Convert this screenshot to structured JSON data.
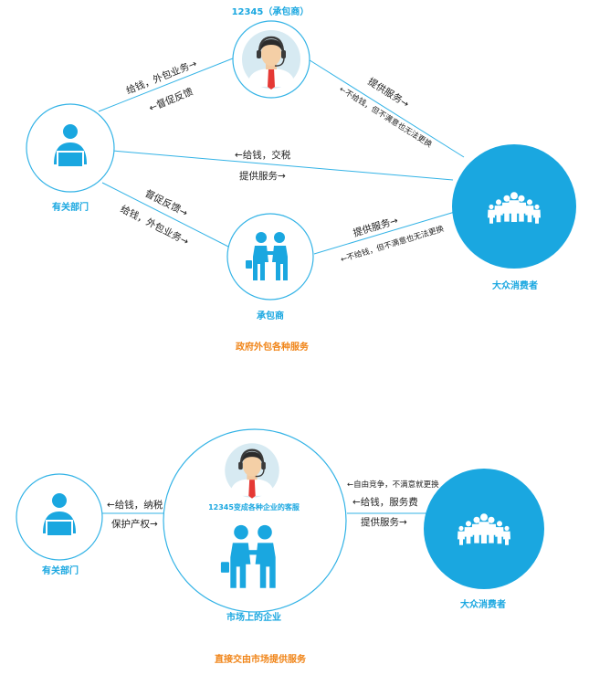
{
  "colors": {
    "primary_blue": "#1aa7e0",
    "accent_orange": "#f08519",
    "line_blue": "#33b3e6",
    "avatar_bg": "#d7eaf2"
  },
  "top": {
    "nodes": {
      "hotline": "12345（承包商）",
      "department": "有关部门",
      "contractor": "承包商",
      "public": "大众消费者"
    },
    "edges": {
      "dept_to_hotline": "给钱，外包业务→",
      "hotline_to_dept": "←督促反馈",
      "hotline_to_public": "提供服务→",
      "public_to_hotline": "←不给钱，但不满意也无法更换",
      "public_to_dept": "←给钱，交税",
      "dept_to_public": "提供服务→",
      "contractor_to_dept": "督促反馈→",
      "dept_to_contractor": "给钱，外包业务→",
      "contractor_to_public": "提供服务→",
      "public_to_contractor": "←不给钱，但不满意也无法更换"
    },
    "caption": "政府外包各种服务"
  },
  "bottom": {
    "nodes": {
      "department": "有关部门",
      "hotline_inner": "12345变成各种企业的客服",
      "market": "市场上的企业",
      "public": "大众消费者"
    },
    "edges": {
      "to_market_1": "←给钱，纳税",
      "to_market_2": "保护产权→",
      "from_public_1": "←自由竞争，不满意就更换",
      "from_public_2": "←给钱，服务费",
      "to_public": "提供服务→"
    },
    "caption": "直接交由市场提供服务"
  },
  "icons": {
    "hotline": "headset-operator-icon",
    "department": "person-laptop-icon",
    "contractor": "handshake-people-icon",
    "public": "crowd-icon"
  }
}
